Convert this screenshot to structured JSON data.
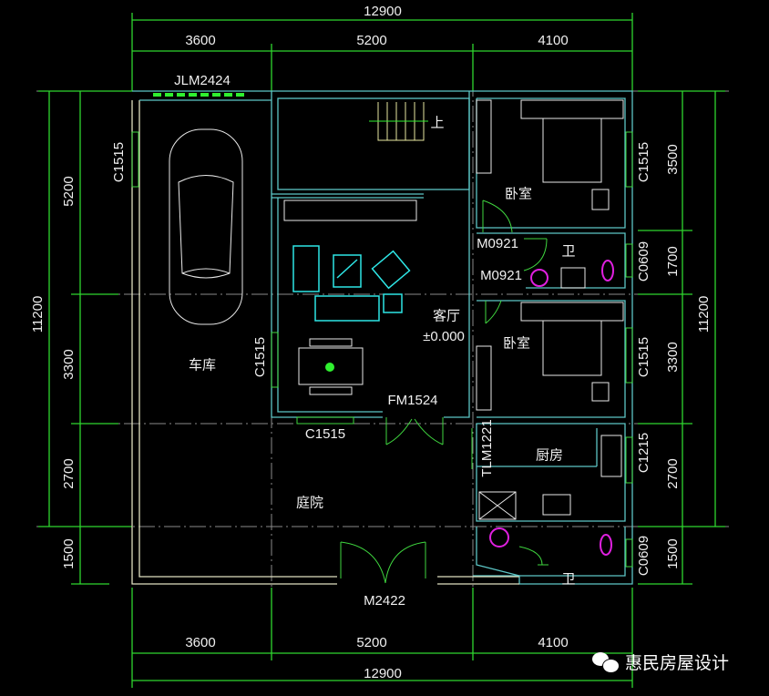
{
  "dimensions": {
    "top_total": "12900",
    "top_segments": [
      "3600",
      "5200",
      "4100"
    ],
    "bottom_segments": [
      "3600",
      "5200",
      "4100"
    ],
    "bottom_total": "12900",
    "left_total": "11200",
    "left_segments": [
      "5200",
      "3300",
      "2700",
      "1500"
    ],
    "right_total": "11200",
    "right_segments": [
      "3500",
      "1700",
      "3300",
      "2700",
      "1500"
    ]
  },
  "rooms": {
    "garage": "车库",
    "living": "客厅",
    "elevation": "±0.000",
    "bedroom_1": "卧室",
    "bedroom_2": "卧室",
    "bath_1": "卫",
    "bath_2": "卫",
    "kitchen": "厨房",
    "courtyard": "庭院",
    "stair_up": "上"
  },
  "openings": {
    "garage_door": "JLM2424",
    "garage_window": "C1515",
    "living_window_side": "C1515",
    "living_window_bottom": "C1515",
    "front_door": "FM1524",
    "bed1_door": "M0921",
    "bath1_door": "M0921",
    "bed1_window": "C1515",
    "bath1_window": "C0609",
    "bed2_window": "C1515",
    "kitchen_door": "TLM1221",
    "kitchen_window": "C1215",
    "bath2_window": "C0609",
    "gate": "M2422"
  },
  "watermark": "惠民房屋设计"
}
